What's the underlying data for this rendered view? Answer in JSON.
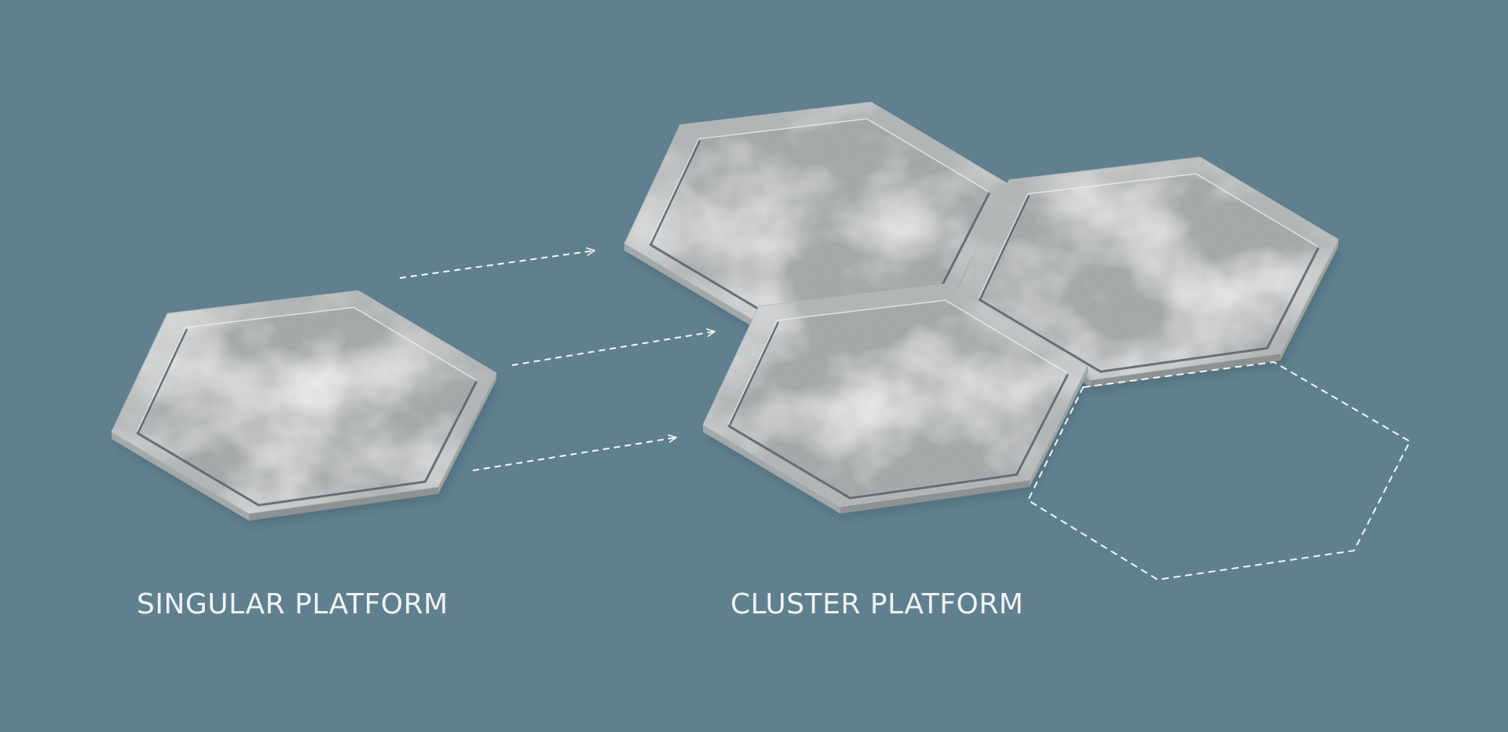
{
  "labels": {
    "singular": "SINGULAR PLATFORM",
    "cluster": "CLUSTER PLATFORM"
  },
  "colors": {
    "background": "#60808f",
    "label_text": "#eef3f5",
    "dashed_lines": "#ffffff",
    "platform_top_light": "#e4e5e4",
    "platform_top_dark": "#a9aaaa",
    "platform_rim": "#c6c8c8",
    "platform_edge": "#8d9293",
    "groove": "#55606a"
  },
  "shapes": {
    "platform_shape": "hexagon",
    "singular_platform_count": 1,
    "cluster_platform_count": 3,
    "cluster_empty_slot_count": 1,
    "arrow_count": 3
  }
}
